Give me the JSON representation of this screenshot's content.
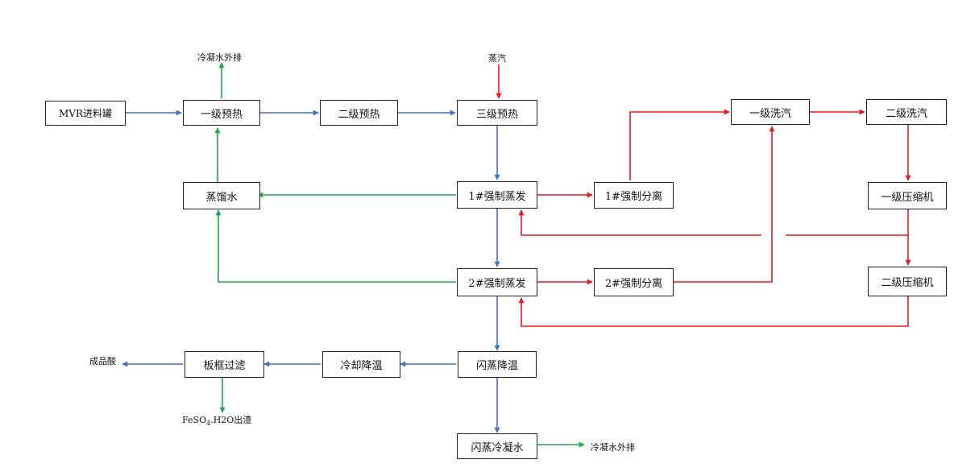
{
  "nodes": {
    "mvr_tank": "MVR进料罐",
    "preheat_1": "一级预热",
    "preheat_2": "二级预热",
    "preheat_3": "三级预热",
    "wash_steam_1": "一级洗汽",
    "wash_steam_2": "二级洗汽",
    "distilled_water": "蒸馏水",
    "forced_evap_1": "1#强制蒸发",
    "separation_1": "1#强制分离",
    "compressor_1": "一级压缩机",
    "forced_evap_2": "2#强制蒸发",
    "separation_2": "2#强制分离",
    "compressor_2": "二级压缩机",
    "filter_press": "板框过滤",
    "cooling": "冷却降温",
    "flash_cooling": "闪蒸降温",
    "flash_condensate": "闪蒸冷凝水"
  },
  "labels": {
    "condensate_out_top": "冷凝水外排",
    "steam_in": "蒸汽",
    "product_acid": "成品酸",
    "residue_prefix": "FeSO",
    "residue_sub": "4",
    "residue_suffix": ".H2O出渣",
    "condensate_out_bottom": "冷凝水外排"
  },
  "colors": {
    "material_flow": "#4472c4",
    "steam_flow": "#e8191c",
    "water_flow": "#1aa84b",
    "box_border": "#222222"
  }
}
